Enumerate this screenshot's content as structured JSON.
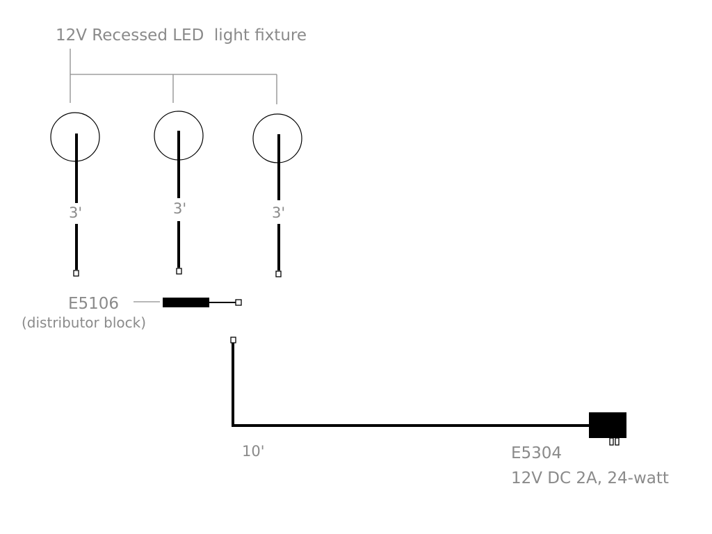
{
  "fixture_label": "12V Recessed LED  light fixture",
  "fixtures": [
    {
      "length_label": "3'"
    },
    {
      "length_label": "3'"
    },
    {
      "length_label": "3'"
    }
  ],
  "distributor": {
    "part": "E5106",
    "description": "(distributor block)"
  },
  "main_cable": {
    "length_label": "10'"
  },
  "power_supply": {
    "part": "E5304",
    "spec": "12V DC 2A, 24-watt"
  },
  "colors": {
    "wire": "#000000",
    "label": "#8a8a8a",
    "leader": "#8c8c8c"
  }
}
